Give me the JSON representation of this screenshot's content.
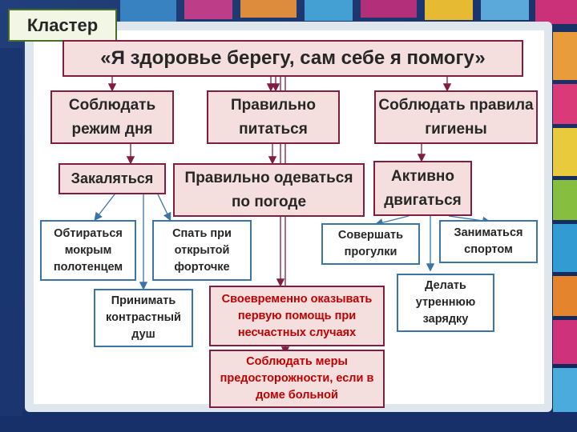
{
  "slide": {
    "tag": "Кластер",
    "title": "«Я здоровье берегу, сам себе я помогу»"
  },
  "nodes": {
    "regime": "Соблюдать режим дня",
    "eat": "Правильно питаться",
    "hygiene": "Соблюдать правила гигиены",
    "harden": "Закаляться",
    "dress": "Правильно одеваться по погоде",
    "active": "Активно двигаться",
    "towel": "Обтираться мокрым полотенцем",
    "window": "Спать при открытой форточке",
    "shower": "Принимать контрастный душ",
    "firstaid": "Своевременно оказывать первую помощь при несчастных случаях",
    "care": "Соблюдать меры предосторожности, если в доме больной",
    "walk": "Совершать прогулки",
    "sport": "Заниматься спортом",
    "exercise": "Делать утреннюю зарядку"
  }
}
